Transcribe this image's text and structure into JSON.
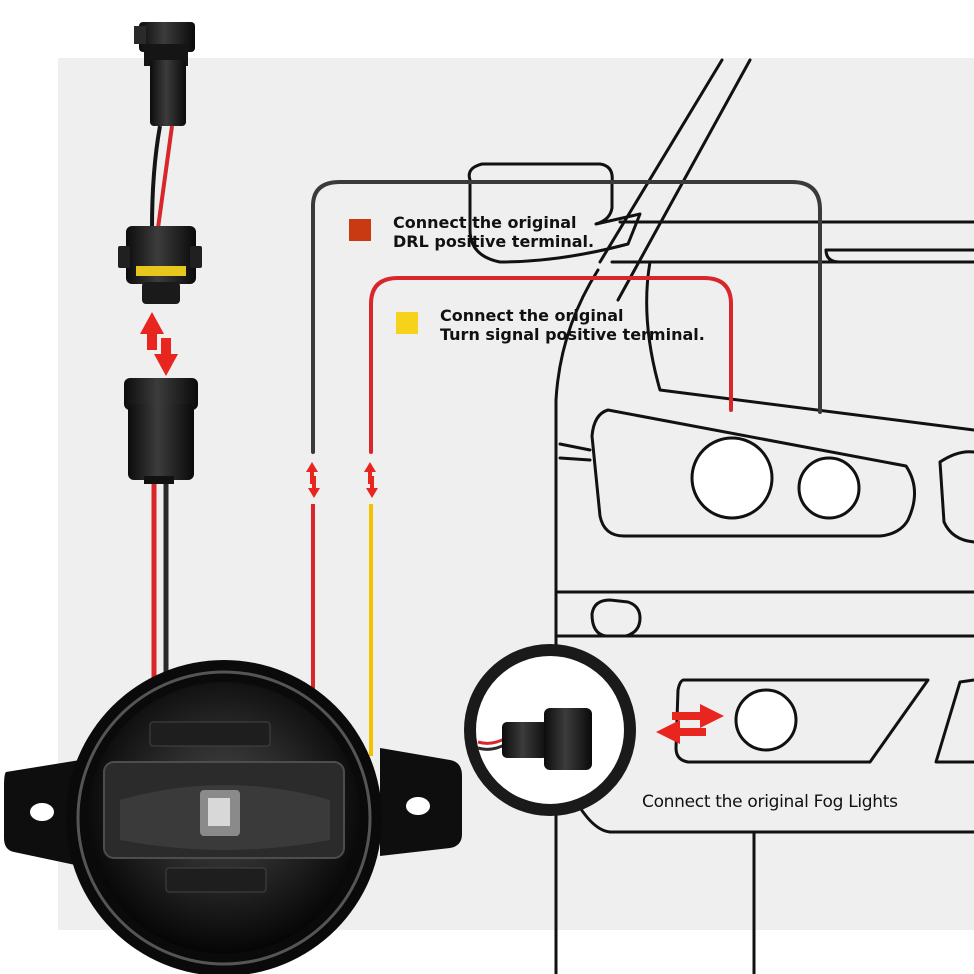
{
  "colors": {
    "background": "#ffffff",
    "panel": "#efefef",
    "outline": "#111111",
    "wire_black": "#3a3a3a",
    "wire_red": "#d8262a",
    "wire_yellow": "#f2c200",
    "arrow_red": "#e8251e",
    "drl_swatch": "#c93a12",
    "turn_swatch": "#f6d21a"
  },
  "labels": {
    "drl": {
      "line1": "Connect the original",
      "line2": "DRL positive terminal.",
      "swatch_color": "#c93a12"
    },
    "turn": {
      "line1": "Connect the original",
      "line2": "Turn signal positive terminal.",
      "swatch_color": "#f6d21a"
    },
    "fog": "Connect the original Fog Lights"
  },
  "icons": [
    "h11-plug-icon",
    "h11-socket-icon",
    "bullet-plug-icon",
    "double-arrow-icon",
    "fog-light-icon",
    "zoom-connector-icon"
  ]
}
